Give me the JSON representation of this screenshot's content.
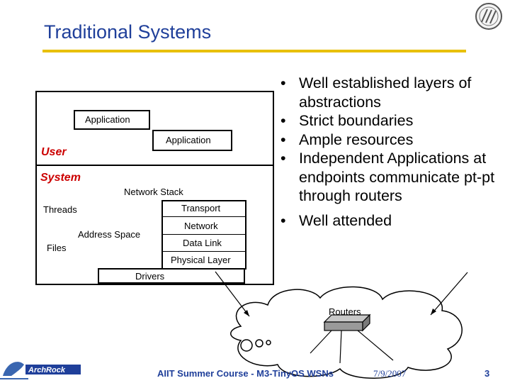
{
  "slide": {
    "title": "Traditional Systems",
    "stack": {
      "app1": "Application",
      "app2": "Application",
      "user": "User",
      "system": "System",
      "network_stack": "Network Stack",
      "threads": "Threads",
      "transport": "Transport",
      "network": "Network",
      "address_space": "Address Space",
      "data_link": "Data Link",
      "files": "Files",
      "physical_layer": "Physical Layer",
      "drivers": "Drivers"
    },
    "bullets": [
      "Well established layers of abstractions",
      "Strict boundaries",
      "Ample resources",
      "Independent Applications at endpoints communicate pt-pt through routers",
      "Well attended"
    ],
    "routers_label": "Routers",
    "footer": {
      "course": "AIIT Summer Course - M3-TinyOS WSNs",
      "date": "7/9/2007",
      "page": "3"
    },
    "logo_text": "ArchRock",
    "colors": {
      "title": "#1f3f9a",
      "rule": "#e8c00a",
      "emphasis": "#cc0000"
    },
    "icons": [
      "university-seal-icon",
      "archrock-logo-icon",
      "router-icon",
      "cloud-icon"
    ]
  }
}
